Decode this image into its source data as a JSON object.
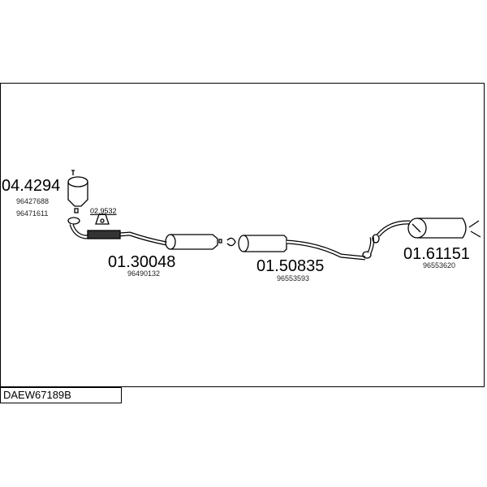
{
  "diagram_code": "DAEW67189B",
  "parts": [
    {
      "part_no": "04.4294",
      "oem": [
        "96427688",
        "96471611"
      ],
      "name": "catalytic-converter"
    },
    {
      "part_no": "02.9532",
      "oem": [],
      "name": "gasket"
    },
    {
      "part_no": "01.30048",
      "oem": [
        "96490132"
      ],
      "name": "front-pipe"
    },
    {
      "part_no": "01.50835",
      "oem": [
        "96553593"
      ],
      "name": "centre-silencer"
    },
    {
      "part_no": "01.61151",
      "oem": [
        "96553620"
      ],
      "name": "rear-silencer"
    }
  ]
}
